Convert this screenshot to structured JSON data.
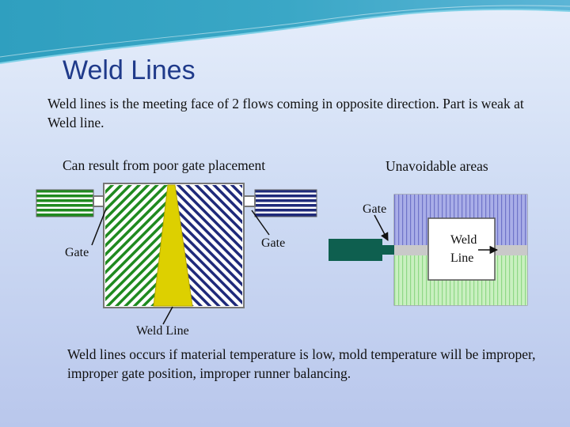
{
  "slide": {
    "title": "Weld Lines",
    "intro": "Weld lines is the meeting face of 2 flows coming in opposite direction. Part is weak at Weld line.",
    "left_caption": "Can result from poor gate placement",
    "right_caption": "Unavoidable areas",
    "footer": "Weld lines occurs  if material temperature is low, mold temperature will be improper, improper gate position, improper runner balancing."
  },
  "left_diagram": {
    "gate_left_label": "Gate",
    "gate_right_label": "Gate",
    "weld_line_label": "Weld Line"
  },
  "right_diagram": {
    "gate_label": "Gate",
    "weld_line_label_line1": "Weld",
    "weld_line_label_line2": "Line"
  },
  "colors": {
    "title": "#1f3a8a",
    "green_flow": "#1f8a1f",
    "blue_flow": "#1f2a7a",
    "weld_yellow": "#ddd000",
    "gate_teal": "#0e5f4f",
    "right_blue_fill": "#a9aee8",
    "right_green_fill": "#b9eab0"
  }
}
